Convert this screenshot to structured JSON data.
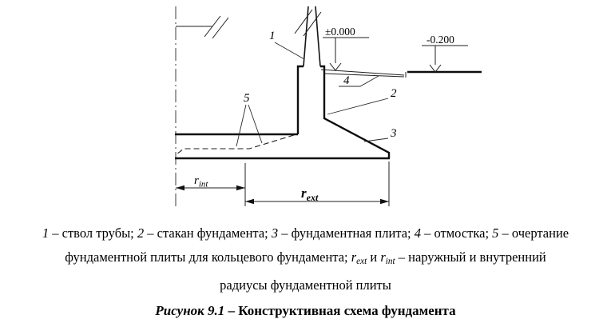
{
  "drawing": {
    "callouts": {
      "c1": "1",
      "c2": "2",
      "c3": "3",
      "c4": "4",
      "c5": "5"
    },
    "elevations": {
      "zero": "±0.000",
      "minus": "-0.200"
    },
    "radii": {
      "base": "r",
      "int_sub": "int",
      "ext_sub": "ext"
    }
  },
  "caption": {
    "line1": [
      {
        "t": "1",
        "i": true
      },
      {
        "t": " – ствол трубы; "
      },
      {
        "t": "2",
        "i": true
      },
      {
        "t": " – стакан фундамента; "
      },
      {
        "t": "3",
        "i": true
      },
      {
        "t": " – фундаментная плита; "
      },
      {
        "t": "4",
        "i": true
      },
      {
        "t": " – отмостка; "
      },
      {
        "t": "5",
        "i": true
      },
      {
        "t": " – очертание"
      }
    ],
    "line2": [
      {
        "t": "фундаментной плиты для кольцевого фундамента; "
      },
      {
        "t": "r",
        "i": true
      },
      {
        "t": "ext",
        "i": true,
        "s": true
      },
      {
        "t": " и "
      },
      {
        "t": "r",
        "i": true
      },
      {
        "t": "int",
        "i": true,
        "s": true
      },
      {
        "t": " – наружный и внутренний"
      }
    ],
    "line3": [
      {
        "t": "радиусы фундаментной плиты"
      }
    ],
    "line4": [
      {
        "t": "Рисунок 9.1",
        "i": true,
        "b": true
      },
      {
        "t": " – ",
        "b": true
      },
      {
        "t": "Конструктивная схема фундамента",
        "b": true
      }
    ]
  }
}
